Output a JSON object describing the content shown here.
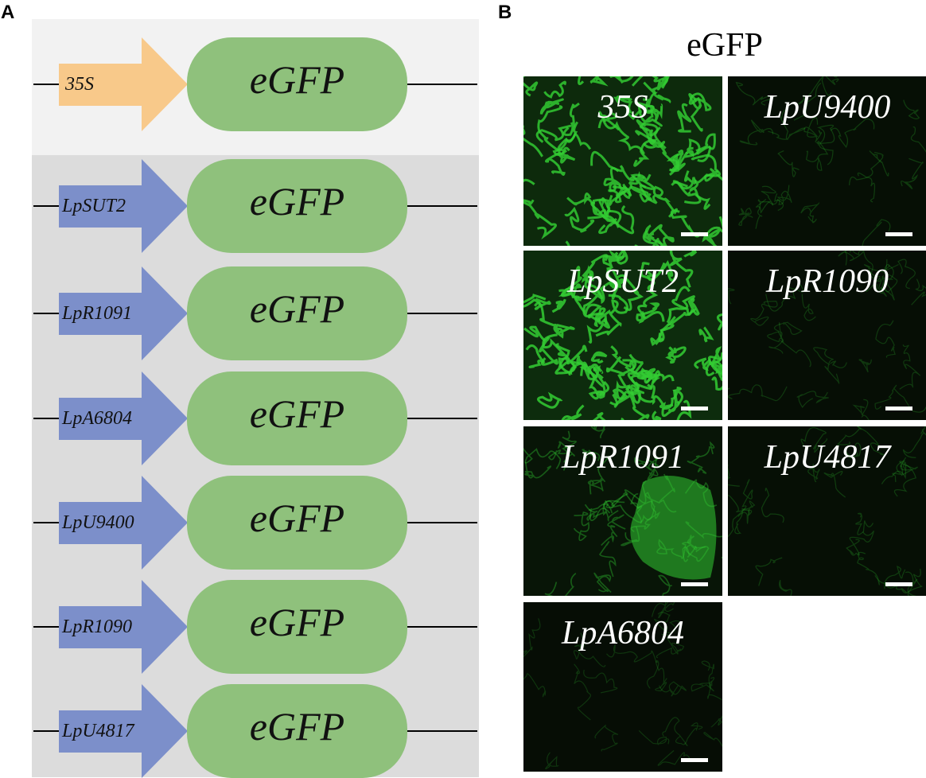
{
  "panel_a": {
    "letter": "A",
    "constructs": [
      {
        "promoter": "35S",
        "reporter": "eGFP",
        "arrow_color": "#f8c98a"
      },
      {
        "promoter": "LpSUT2",
        "reporter": "eGFP",
        "arrow_color": "#7c8fca"
      },
      {
        "promoter": "LpR1091",
        "reporter": "eGFP",
        "arrow_color": "#7c8fca"
      },
      {
        "promoter": "LpA6804",
        "reporter": "eGFP",
        "arrow_color": "#7c8fca"
      },
      {
        "promoter": "LpU9400",
        "reporter": "eGFP",
        "arrow_color": "#7c8fca"
      },
      {
        "promoter": "LpR1090",
        "reporter": "eGFP",
        "arrow_color": "#7c8fca"
      },
      {
        "promoter": "LpU4817",
        "reporter": "eGFP",
        "arrow_color": "#7c8fca"
      }
    ],
    "colors": {
      "reporter": "#8fc17c",
      "top_background": "#f2f2f2",
      "bottom_background": "#dcdcdc"
    }
  },
  "panel_b": {
    "letter": "B",
    "title": "eGFP",
    "images": [
      {
        "label": "35S",
        "signal": 0.9
      },
      {
        "label": "LpU9400",
        "signal": 0.12
      },
      {
        "label": "LpSUT2",
        "signal": 0.95
      },
      {
        "label": "LpR1090",
        "signal": 0.1
      },
      {
        "label": "LpR1091",
        "signal": 0.3
      },
      {
        "label": "LpU4817",
        "signal": 0.12
      },
      {
        "label": "LpA6804",
        "signal": 0.08
      }
    ],
    "colors": {
      "fluorescence": "#33cc33"
    }
  }
}
